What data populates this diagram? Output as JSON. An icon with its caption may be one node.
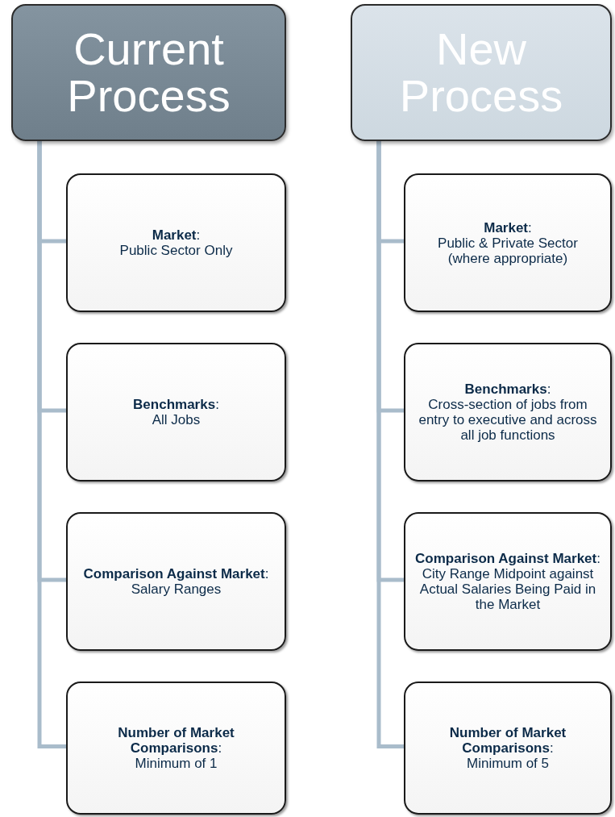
{
  "diagram": {
    "nodes": [
      {
        "text": [
          "Current Process"
        ]
      },
      {
        "text": [
          "**Market**:",
          "Public Sector Only"
        ]
      },
      {
        "text": [
          "**Benchmarks**:",
          "All Jobs"
        ]
      },
      {
        "text": [
          "**Comparison Against Market**:",
          "Salary Ranges"
        ]
      },
      {
        "text": [
          "**Number of Market Comparisons**:",
          "Minimum of 1"
        ]
      },
      {
        "text": [
          "New Process"
        ]
      },
      {
        "text": [
          "**Market**:",
          "Public & Private Sector (where appropriate)"
        ]
      },
      {
        "text": [
          "**Benchmarks**:",
          "Cross-section of jobs from entry to executive and across all job functions"
        ]
      },
      {
        "text": [
          "**Comparison Against Market**:",
          "City Range Midpoint against Actual Salaries Being Paid in the Market"
        ]
      },
      {
        "text": [
          "**Number of Market Comparisons**:",
          "Minimum of 5"
        ]
      }
    ],
    "edges": [
      {
        "from": 0,
        "to": 1,
        "arrow": "none"
      },
      {
        "from": 0,
        "to": 2,
        "arrow": "none"
      },
      {
        "from": 0,
        "to": 3,
        "arrow": "none"
      },
      {
        "from": 0,
        "to": 4,
        "arrow": "none"
      },
      {
        "from": 5,
        "to": 6,
        "arrow": "none"
      },
      {
        "from": 5,
        "to": 7,
        "arrow": "none"
      },
      {
        "from": 5,
        "to": 8,
        "arrow": "none"
      },
      {
        "from": 5,
        "to": 9,
        "arrow": "none"
      }
    ]
  }
}
